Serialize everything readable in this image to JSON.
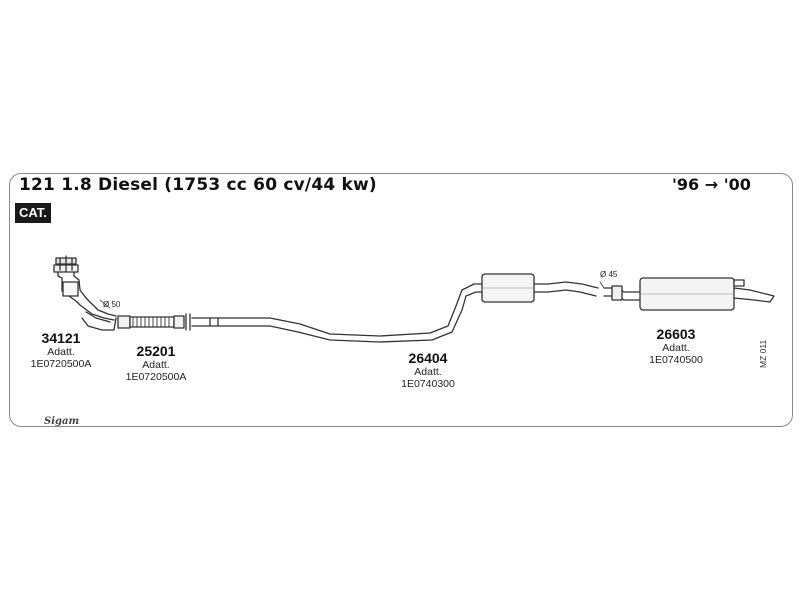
{
  "header": {
    "title": "121 1.8 Diesel (1753 cc 60 cv/44 kw)",
    "years": "'96 → '00",
    "cat_badge": "CAT."
  },
  "diameters": {
    "front": "Ø 50",
    "rear": "Ø 45"
  },
  "parts": [
    {
      "number": "34121",
      "adapter_label": "Adatt.",
      "adapter_code": "1E0720500A"
    },
    {
      "number": "25201",
      "adapter_label": "Adatt.",
      "adapter_code": "1E0720500A"
    },
    {
      "number": "26404",
      "adapter_label": "Adatt.",
      "adapter_code": "1E0740300"
    },
    {
      "number": "26603",
      "adapter_label": "Adatt.",
      "adapter_code": "1E0740500"
    }
  ],
  "diagram_code": "MZ 011",
  "brand_logo": "Sigam"
}
